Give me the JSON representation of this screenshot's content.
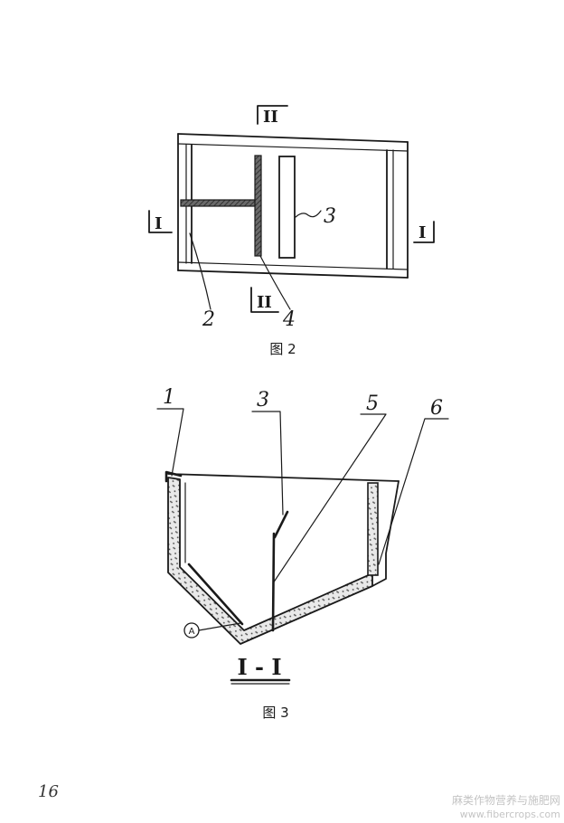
{
  "figure2": {
    "caption": "图 2",
    "section_marker_top": "II",
    "section_marker_bottom": "II",
    "section_marker_left": "I",
    "section_marker_right": "I",
    "label_2": "2",
    "label_3": "3",
    "label_4": "4"
  },
  "figure3": {
    "caption": "图 3",
    "section_title": "I - I",
    "label_1": "1",
    "label_3": "3",
    "label_5": "5",
    "label_6": "6",
    "label_a": "A"
  },
  "page_number": "16",
  "watermark": {
    "site_name": "麻类作物营养与施肥网",
    "url": "www.fibercrops.com"
  }
}
